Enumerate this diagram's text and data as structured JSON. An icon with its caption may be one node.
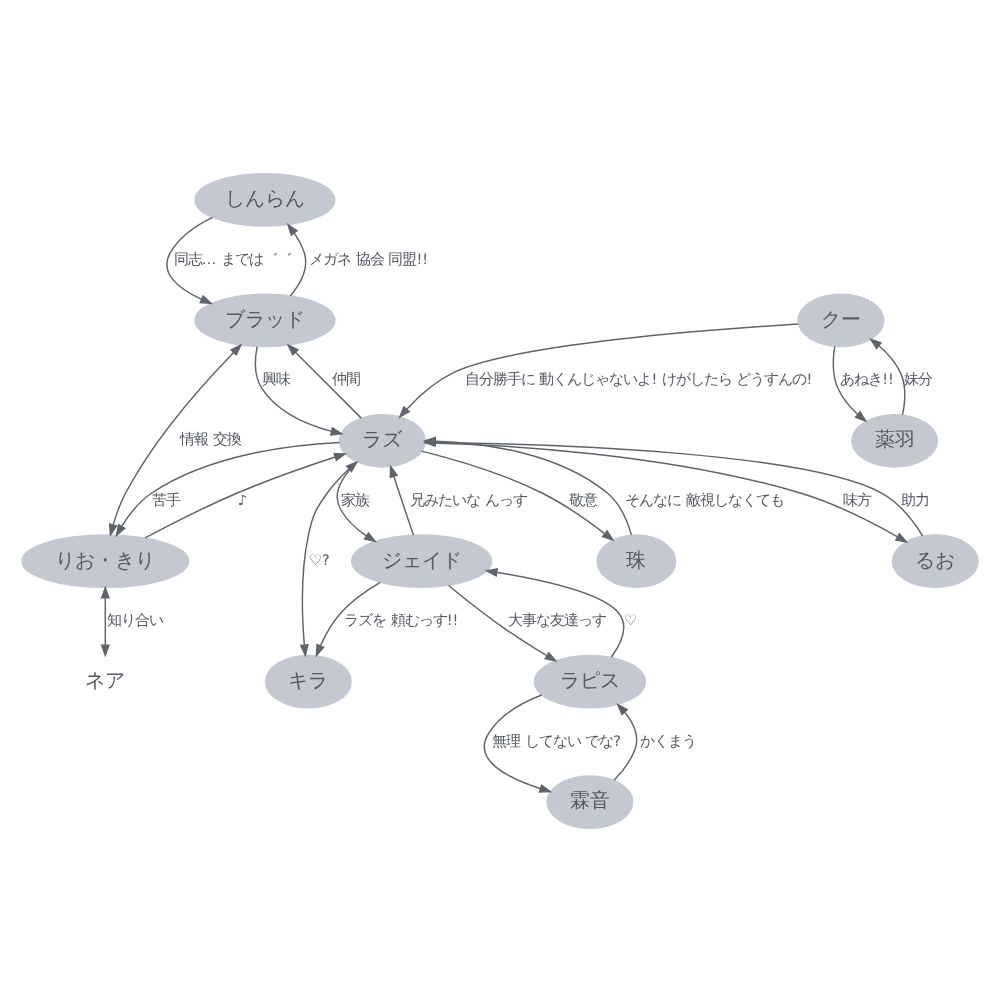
{
  "diagram": {
    "nodes": [
      {
        "text": [
          "しんらん"
        ]
      },
      {
        "text": [
          "ブラッド"
        ]
      },
      {
        "text": [
          "りお・きり"
        ]
      },
      {
        "text": [
          "ラズ"
        ]
      },
      {
        "text": [
          "キラ"
        ]
      },
      {
        "text": [
          "ジェイド"
        ]
      },
      {
        "text": [
          "ラピス"
        ]
      },
      {
        "text": [
          "霖音"
        ]
      },
      {
        "text": [
          "薬羽"
        ]
      },
      {
        "text": [
          "クー"
        ]
      },
      {
        "text": [
          "ネア"
        ]
      },
      {
        "text": [
          "珠"
        ]
      },
      {
        "text": [
          "るお"
        ]
      }
    ],
    "edges": [
      {
        "from": 1,
        "to": 0,
        "arrow": "to",
        "label": "メガネ 協会 同盟!!"
      },
      {
        "from": 0,
        "to": 1,
        "arrow": "to",
        "label": "同志… までは゛゛"
      },
      {
        "from": 2,
        "to": 1,
        "arrow": "both",
        "label": "情報 交換"
      },
      {
        "from": 1,
        "to": 3,
        "arrow": "to",
        "label": "興味"
      },
      {
        "from": 3,
        "to": 1,
        "arrow": "to",
        "label": "仲間"
      },
      {
        "from": 3,
        "to": 2,
        "arrow": "to",
        "label": "苦手"
      },
      {
        "from": 2,
        "to": 3,
        "arrow": "to",
        "label": "♪"
      },
      {
        "from": 2,
        "to": 10,
        "arrow": "both",
        "label": "知り合い"
      },
      {
        "from": 3,
        "to": 11,
        "arrow": "to",
        "label": "敬意"
      },
      {
        "from": 11,
        "to": 3,
        "arrow": "to",
        "label": "そんなに 敵視しなくても"
      },
      {
        "from": 3,
        "to": 12,
        "arrow": "to",
        "label": "味方"
      },
      {
        "from": 12,
        "to": 3,
        "arrow": "to",
        "label": "助力"
      },
      {
        "from": 3,
        "to": 4,
        "arrow": "both",
        "label": "♡?"
      },
      {
        "from": 3,
        "to": 5,
        "arrow": "to",
        "label": "家族"
      },
      {
        "from": 5,
        "to": 3,
        "arrow": "to",
        "label": "兄みたいな んっす"
      },
      {
        "from": 5,
        "to": 4,
        "arrow": "to",
        "label": "ラズを 頼むっす!!"
      },
      {
        "from": 6,
        "to": 5,
        "arrow": "to",
        "label": "♡"
      },
      {
        "from": 5,
        "to": 6,
        "arrow": "to",
        "label": "大事な友達っす"
      },
      {
        "from": 7,
        "to": 6,
        "arrow": "to",
        "label": "かくまう"
      },
      {
        "from": 6,
        "to": 7,
        "arrow": "to",
        "label": "無理 してない でな?"
      },
      {
        "from": 9,
        "to": 8,
        "arrow": "to",
        "label": "あねき!!"
      },
      {
        "from": 8,
        "to": 9,
        "arrow": "to",
        "label": "妹分"
      },
      {
        "from": 9,
        "to": 3,
        "arrow": "to",
        "label": "自分勝手に 動くんじゃないよ! けがしたら どうすんの!"
      }
    ]
  }
}
